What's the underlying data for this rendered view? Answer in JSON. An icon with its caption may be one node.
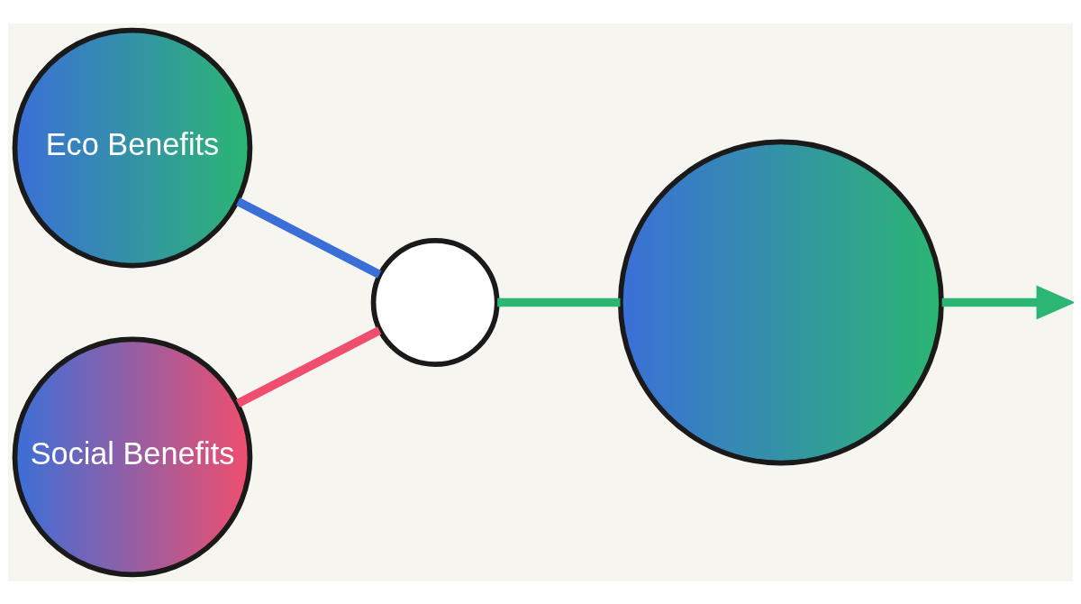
{
  "diagram": {
    "nodes": [
      {
        "text": [
          "Eco Benefits"
        ]
      },
      {
        "text": [
          "Social Benefits"
        ]
      },
      {
        "text": [],
        "shape": "circle"
      },
      {
        "text": [],
        "shape": "circle"
      }
    ],
    "edges": [
      {
        "from": 0,
        "to": 2,
        "arrow": "none",
        "color": "#3b6fd8"
      },
      {
        "from": 1,
        "to": 2,
        "arrow": "none",
        "color": "#f04e6e"
      },
      {
        "from": 2,
        "to": 3,
        "arrow": "none"
      },
      {
        "from": 3,
        "to": null,
        "arrow": "to"
      }
    ]
  }
}
